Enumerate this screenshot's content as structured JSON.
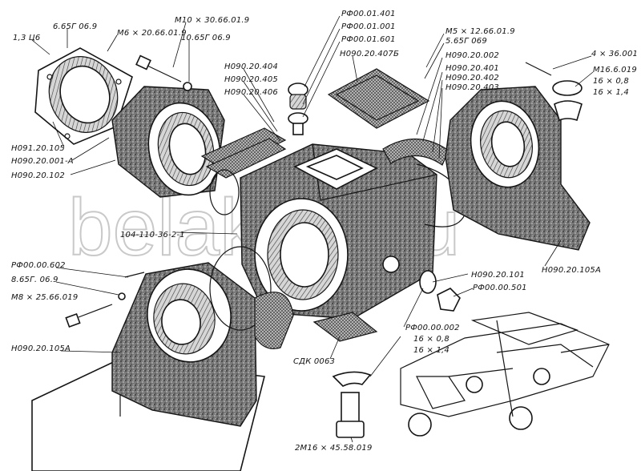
{
  "watermark": "belakuhl.ru",
  "callouts": [
    {
      "id": "c1",
      "text": "1,3 Ц6"
    },
    {
      "id": "c2",
      "text": "6.65Г 06.9"
    },
    {
      "id": "c3",
      "text": "М6 × 20.66.01.9"
    },
    {
      "id": "c4",
      "text": "М10 × 30.66.01.9"
    },
    {
      "id": "c5",
      "text": "10.65Г 06.9"
    },
    {
      "id": "c6",
      "text": "РФ00.01.401"
    },
    {
      "id": "c7",
      "text": "РФ00.01.001"
    },
    {
      "id": "c8",
      "text": "РФ00.01.601"
    },
    {
      "id": "c9",
      "text": "Н090.20.407Б"
    },
    {
      "id": "c10",
      "text": "М5 × 12.66.01.9"
    },
    {
      "id": "c11",
      "text": "5.65Г 069"
    },
    {
      "id": "c12",
      "text": "Н090.20.002"
    },
    {
      "id": "c13",
      "text": "Н090.20.401"
    },
    {
      "id": "c14",
      "text": "Н090.20.402"
    },
    {
      "id": "c15",
      "text": "Н090.20.403"
    },
    {
      "id": "c16",
      "text": "4 × 36.001"
    },
    {
      "id": "c17",
      "text": "М16.6.019"
    },
    {
      "id": "c18",
      "text": "16 × 0,8"
    },
    {
      "id": "c19",
      "text": "16 × 1,4"
    },
    {
      "id": "c20",
      "text": "Н090.20.404"
    },
    {
      "id": "c21",
      "text": "Н090.20.405"
    },
    {
      "id": "c22",
      "text": "Н090.20.406"
    },
    {
      "id": "c23",
      "text": "Н091.20.105"
    },
    {
      "id": "c24",
      "text": "Н090.20.001-А"
    },
    {
      "id": "c25",
      "text": "Н090.20.102"
    },
    {
      "id": "c26",
      "text": "104-110-36-2-1"
    },
    {
      "id": "c27",
      "text": "Н090.20.105А"
    },
    {
      "id": "c28",
      "text": "РФ00.00.602"
    },
    {
      "id": "c29",
      "text": "8.65Г. 06.9"
    },
    {
      "id": "c30",
      "text": "М8 × 25.66.019"
    },
    {
      "id": "c31",
      "text": "Н090.20.101"
    },
    {
      "id": "c32",
      "text": "РФ00.00.501"
    },
    {
      "id": "c33",
      "text": "Н090.20.105А"
    },
    {
      "id": "c34",
      "text": "РФ00.00.002"
    },
    {
      "id": "c35",
      "text": "16 × 0,8"
    },
    {
      "id": "c36",
      "text": "16 × 1,4"
    },
    {
      "id": "c37",
      "text": "СДК 0063"
    },
    {
      "id": "c38",
      "text": "2М16 × 45.58.019"
    }
  ]
}
